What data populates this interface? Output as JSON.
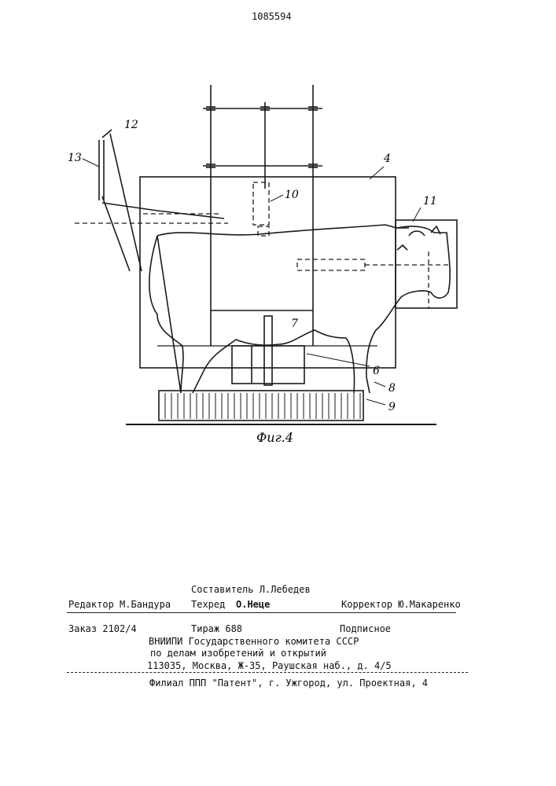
{
  "header": {
    "patent_number": "1085594"
  },
  "figure": {
    "caption": "Фиг.4",
    "labels": {
      "l4": "4",
      "l6": "6",
      "l7": "7",
      "l8": "8",
      "l9": "9",
      "l10": "10",
      "l11": "11",
      "l12": "12",
      "l13": "13"
    }
  },
  "credits": {
    "editor": "Редактор М.Бандура",
    "compiler": "Составитель Л.Лебедев",
    "techred": "Техред",
    "techred_name": "О.Неце",
    "corrector": "Корректор Ю.Макаренко"
  },
  "order": {
    "order_no": "Заказ 2102/4",
    "circulation": "Тираж 688",
    "subscription": "Подписное",
    "org_line1": "ВНИИПИ Государственного комитета СССР",
    "org_line2": "по делам изобретений и открытий",
    "address": "113035, Москва, Ж-35, Раушская наб., д. 4/5"
  },
  "footer": {
    "branch": "Филиал ППП \"Патент\", г. Ужгород, ул. Проектная, 4"
  }
}
